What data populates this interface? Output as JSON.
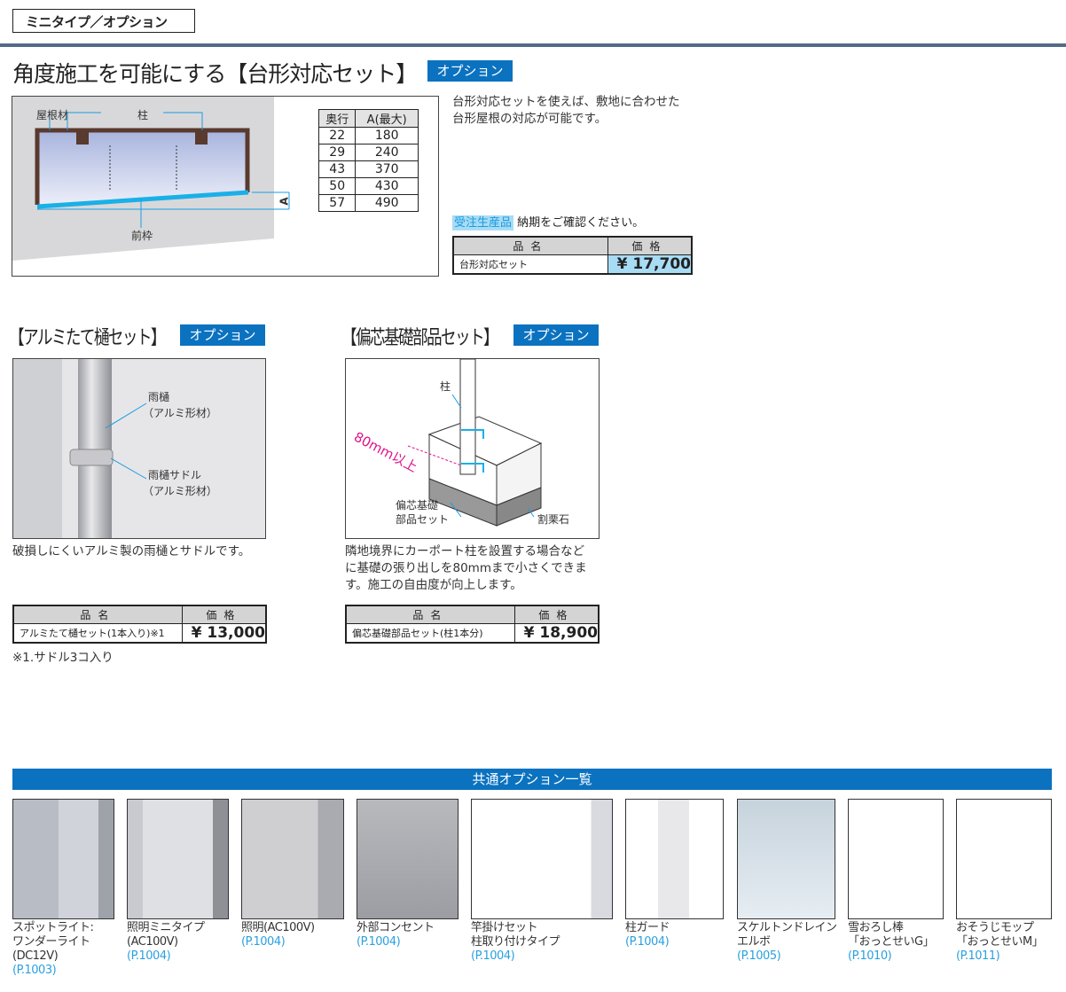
{
  "header": {
    "section": "ミニタイプ／オプション"
  },
  "option_badge": "オプション",
  "trapezoid": {
    "title": "角度施工を可能にする【台形対応セット】",
    "labels": {
      "roof": "屋根材",
      "pillar": "柱",
      "front_frame": "前枠",
      "dim": "A"
    },
    "table": {
      "headers": [
        "奥行",
        "A(最大)"
      ],
      "rows": [
        [
          "22",
          "180"
        ],
        [
          "29",
          "240"
        ],
        [
          "43",
          "370"
        ],
        [
          "50",
          "430"
        ],
        [
          "57",
          "490"
        ]
      ]
    },
    "description": [
      "台形対応セットを使えば、敷地に合わせた",
      "台形屋根の対応が可能です。"
    ],
    "made_to_order": "受注生産品",
    "lead_time_note": "納期をご確認ください。",
    "price_table": {
      "headers": [
        "品名",
        "価格"
      ],
      "item": "台形対応セット",
      "price": "¥ 17,700"
    }
  },
  "gutter": {
    "title": "【アルミたて樋セット】",
    "labels": {
      "gutter": "雨樋",
      "gutter_mat": "（アルミ形材）",
      "saddle": "雨樋サドル",
      "saddle_mat": "（アルミ形材）"
    },
    "caption": "破損しにくいアルミ製の雨樋とサドルです。",
    "price_table": {
      "headers": [
        "品名",
        "価格"
      ],
      "item": "アルミたて樋セット(1本入り)※1",
      "price": "¥ 13,000"
    },
    "note": "※1.サドル3コ入り"
  },
  "foundation": {
    "title": "【偏芯基礎部品セット】",
    "labels": {
      "pillar": "柱",
      "offset": "80mm以上",
      "parts": "偏芯基礎",
      "parts2": "部品セット",
      "stone": "割栗石"
    },
    "caption": [
      "隣地境界にカーポート柱を設置する場合など",
      "に基礎の張り出しを80mmまで小さくできま",
      "す。施工の自由度が向上します。"
    ],
    "price_table": {
      "headers": [
        "品名",
        "価格"
      ],
      "item": "偏芯基礎部品セット(柱1本分)",
      "price": "¥ 18,900"
    }
  },
  "common": {
    "title": "共通オプション一覧",
    "items": [
      {
        "lines": [
          "スポットライト:",
          "ワンダーライト",
          "(DC12V)"
        ],
        "page": "(P.1003)"
      },
      {
        "lines": [
          "照明ミニタイプ",
          "(AC100V)"
        ],
        "page": "(P.1004)"
      },
      {
        "lines": [
          "照明(AC100V)"
        ],
        "page": "(P.1004)"
      },
      {
        "lines": [
          "外部コンセント"
        ],
        "page": "(P.1004)"
      },
      {
        "lines": [
          "竿掛けセット",
          "柱取り付けタイプ"
        ],
        "page": "(P.1004)"
      },
      {
        "lines": [
          "柱ガード"
        ],
        "page": "(P.1004)"
      },
      {
        "lines": [
          "スケルトンドレイン",
          "エルボ"
        ],
        "page": "(P.1005)"
      },
      {
        "lines": [
          "雪おろし棒",
          "「おっとせいG」"
        ],
        "page": "(P.1010)"
      },
      {
        "lines": [
          "おそうじモップ",
          "「おっとせいM」"
        ],
        "page": "(P.1011)"
      }
    ]
  },
  "colors": {
    "accent": "#0b72c0",
    "rule": "#546a8a",
    "price_bg": "#a8dcf5",
    "link": "#2aa0e0",
    "frame": "#5a3a2e",
    "front_frame": "#1ab0e8"
  }
}
